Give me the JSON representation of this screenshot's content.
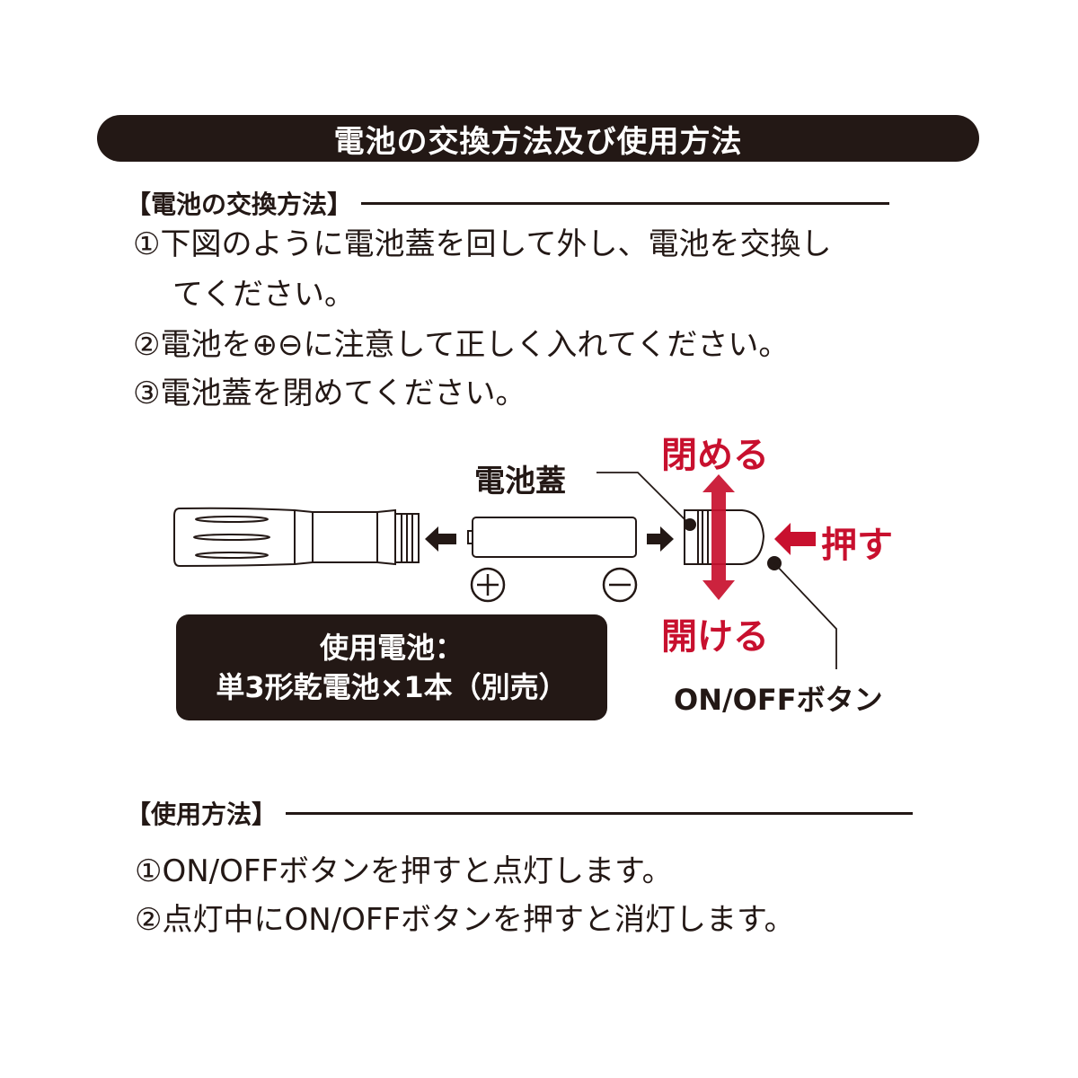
{
  "header": {
    "title": "電池の交換方法及び使用方法"
  },
  "battery_replacement": {
    "heading": "【電池の交換方法】",
    "steps": [
      "①下図のように電池蓋を回して外し、電池を交換し",
      "てください。",
      "②電池を⊕⊖に注意して正しく入れてください。",
      "③電池蓋を閉めてください。"
    ]
  },
  "diagram": {
    "battery_cover_label": "電池蓋",
    "close_label": "閉める",
    "open_label": "開ける",
    "push_label": "押す",
    "on_off_button_label": "ON/OFFボタン",
    "plus_symbol": "⊕",
    "minus_symbol": "⊖",
    "battery_info_line1": "使用電池：",
    "battery_info_line2": "単3形乾電池×1本（別売）",
    "accent_color": "#c8102e",
    "dark_color": "#231815"
  },
  "usage": {
    "heading": "【使用方法】",
    "steps": [
      "①ON/OFFボタンを押すと点灯します。",
      "②点灯中にON/OFFボタンを押すと消灯します。"
    ]
  }
}
